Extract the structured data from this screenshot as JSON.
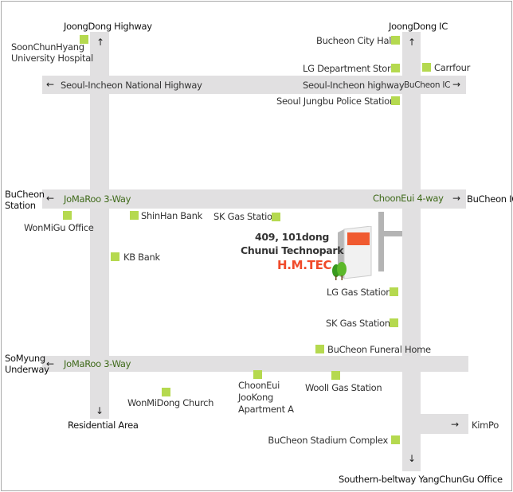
{
  "roads": {
    "joongdong_highway": "JoongDong Highway",
    "joongdong_ic": "JoongDong IC",
    "seoul_incheon_national": "Seoul-Incheon National Highway",
    "seoul_incheon_highway": "Seoul-Incheon highway",
    "bucheon_ic_top": "BuCheon IC",
    "jomaroo_upper": "JoMaRoo 3-Way",
    "chooneui_4way": "ChoonEui 4-way",
    "bucheon_ic_right": "BuCheon IC",
    "jomaroo_lower": "JoMaRoo 3-Way",
    "kimpo": "KimPo",
    "residential_area": "Residential Area",
    "southern_beltway": "Southern-beltway YangChunGu Office",
    "bucheon_station": [
      "BuCheon",
      "Station"
    ],
    "somyung_underway": [
      "SoMyung",
      "Underway"
    ]
  },
  "landmarks": {
    "hospital": [
      "SoonChunHyang",
      "University Hospital"
    ],
    "city_hall": "Bucheon City Hall",
    "lg_department": "LG Department Store",
    "carrfour": "Carrfour",
    "police": "Seoul Jungbu Police Station",
    "wonmigu_office": "WonMiGu Office",
    "shinhan": "ShinHan Bank",
    "sk_gas_upper": "SK Gas Statio",
    "kb_bank": "KB Bank",
    "lg_gas": "LG Gas Station",
    "sk_gas_lower": "SK Gas Station",
    "funeral_home": "BuCheon Funeral Home",
    "apartment": [
      "ChoonEui",
      "JooKong",
      "Apartment A"
    ],
    "wooli_gas": "WoolI Gas Station",
    "wonmidong_church": "WonMiDong Church",
    "stadium": "BuCheon Stadium Complex"
  },
  "destination": {
    "address": "409, 101dong",
    "place": "Chunui Technopark",
    "company": "H.M.TEC"
  },
  "arrows": {
    "left": "←",
    "right": "→",
    "up": "↑",
    "down": "↓"
  },
  "colors": {
    "road": "#e1e0e1",
    "marker": "#b5d94f",
    "company": "#f04a2a",
    "road_label": "#3f6a1a"
  }
}
